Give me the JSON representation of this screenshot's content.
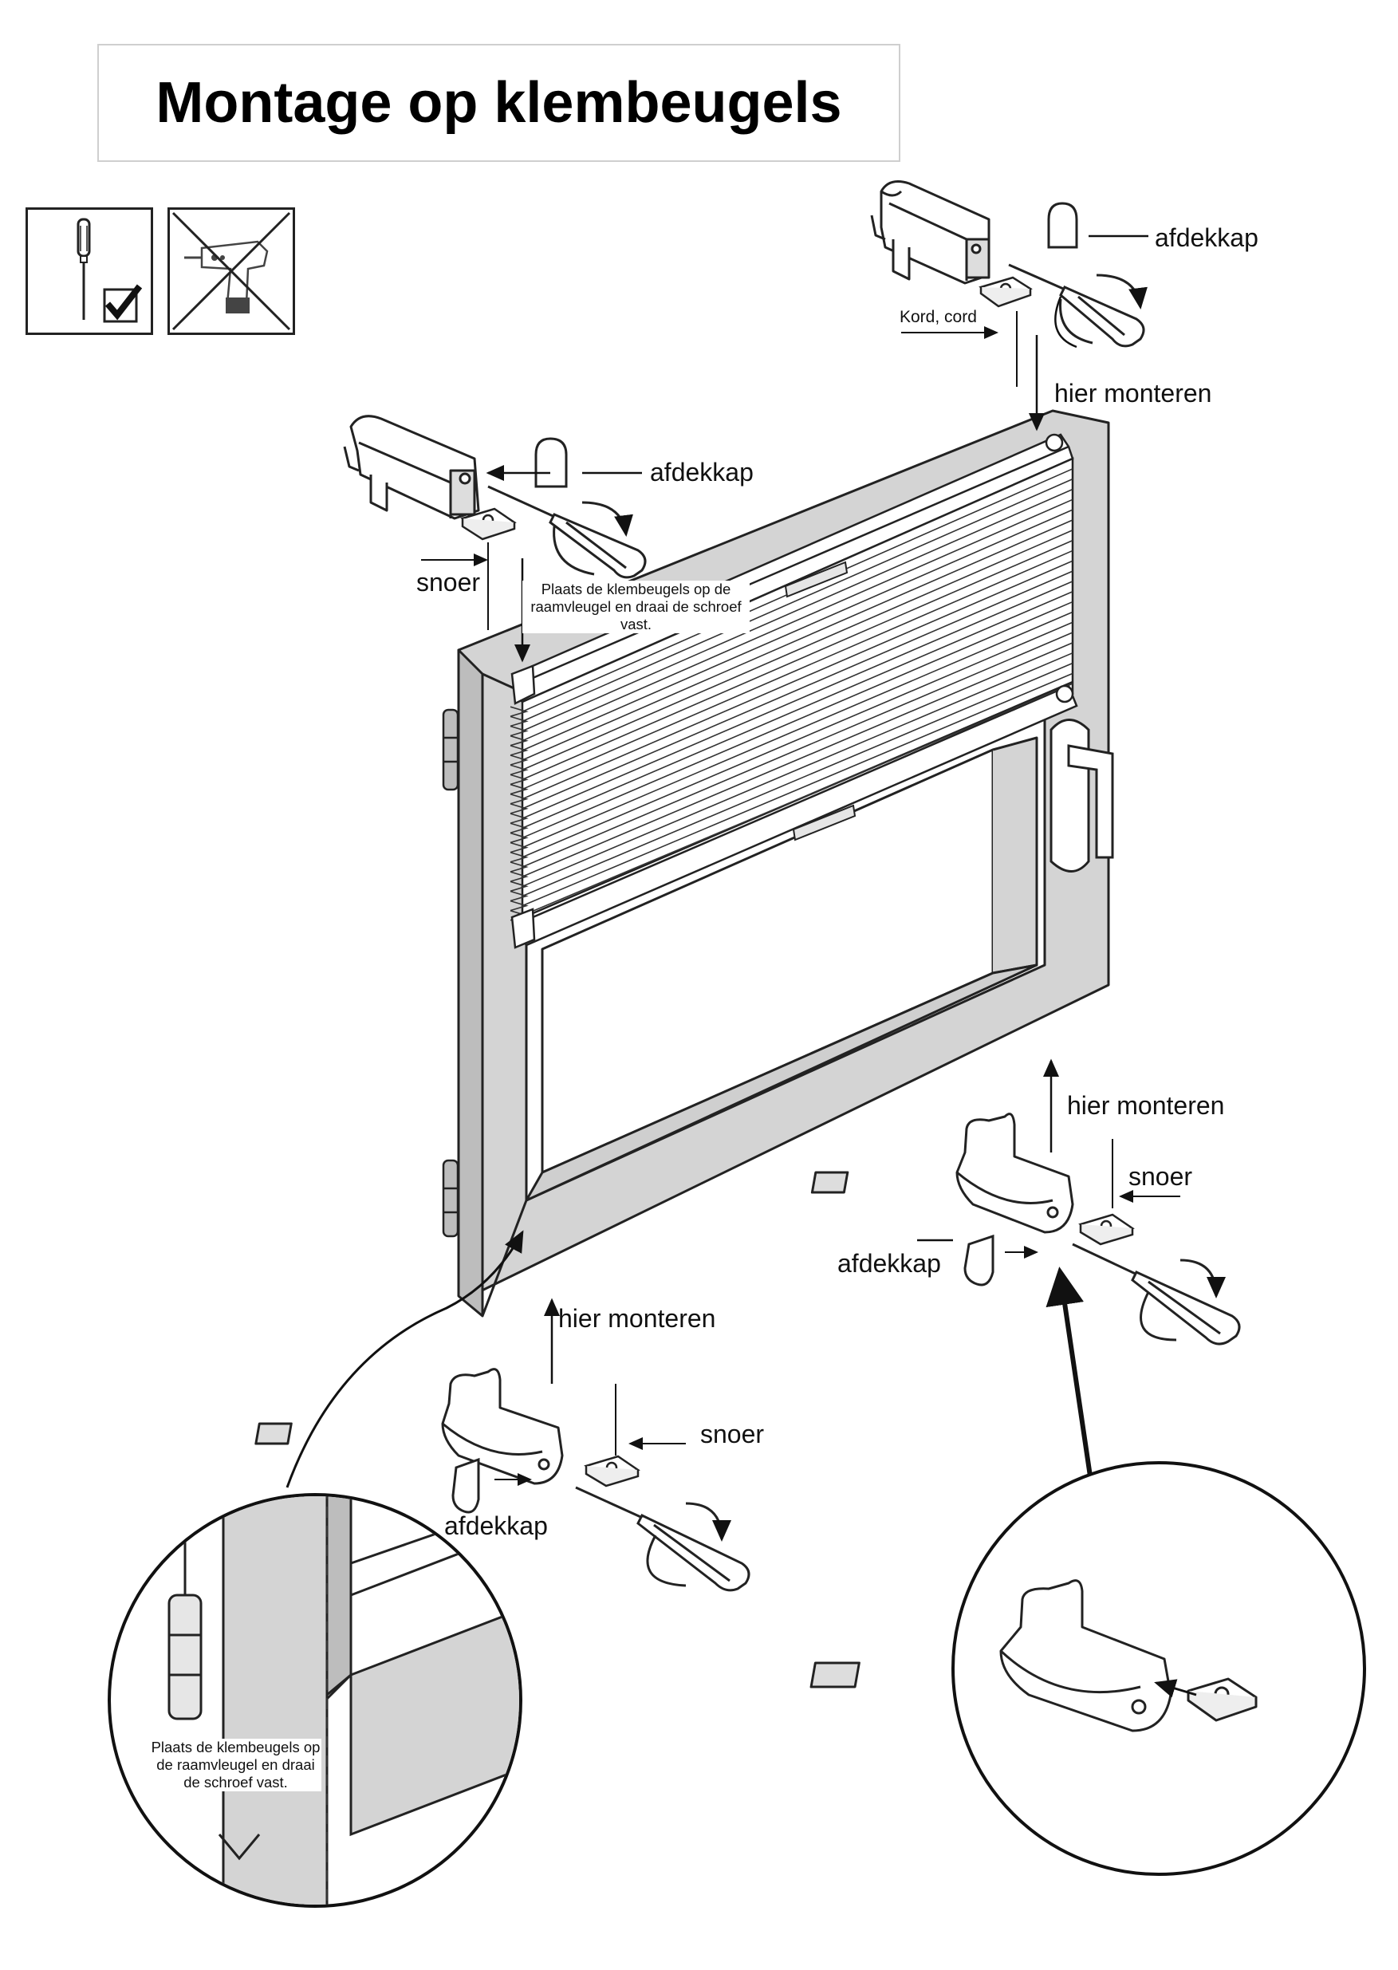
{
  "title": "Montage op klembeugels",
  "icons": {
    "screwdriver": "screwdriver-allowed-icon",
    "drill": "drill-not-allowed-icon"
  },
  "labels": {
    "cover_top_right": "afdekkap",
    "cord_top_right": "Kord, cord",
    "mount_top_right": "hier monteren",
    "cover_top_left": "afdekkap",
    "cord_top_left": "snoer",
    "note_top": "Plaats de klembeugels op de raamvleugel en draai de schroef vast.",
    "mount_bottom_right": "hier monteren",
    "cord_bottom_right": "snoer",
    "cover_bottom_right": "afdekkap",
    "mount_bottom_center": "hier monteren",
    "cord_bottom_center": "snoer",
    "cover_bottom_center": "afdekkap",
    "note_bottom": "Plaats de klembeugels op de raamvleugel en draai de schroef vast."
  }
}
